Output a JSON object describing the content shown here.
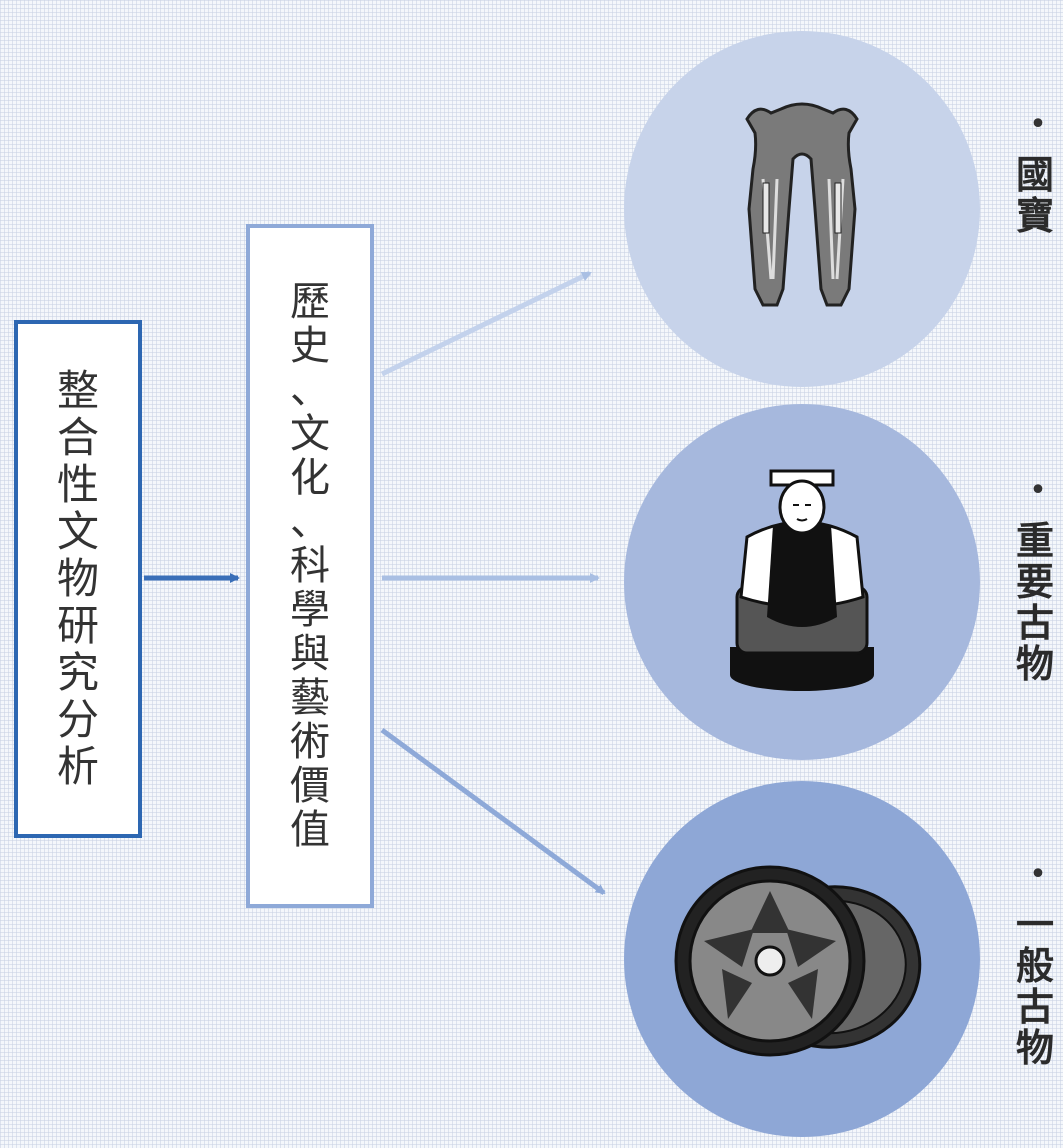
{
  "main_box": {
    "text": "整合性文物研究分析"
  },
  "values_box": {
    "text": "歷史、文化、科學與藝術價值"
  },
  "categories": [
    {
      "text": "國寶",
      "icon": "ceremonial-bronze-icon"
    },
    {
      "text": "重要古物",
      "icon": "seated-statue-icon"
    },
    {
      "text": "一般古物",
      "icon": "film-reels-icon"
    }
  ],
  "colors": {
    "main_border": "#2d67b2",
    "values_border": "#8ea9d8",
    "circle_1": "#c7d3ea",
    "circle_2": "#a6b8dd",
    "circle_3": "#8ea7d6",
    "arrow_main": "#3a6fb8",
    "arrow_light": "#a9bfe3"
  }
}
